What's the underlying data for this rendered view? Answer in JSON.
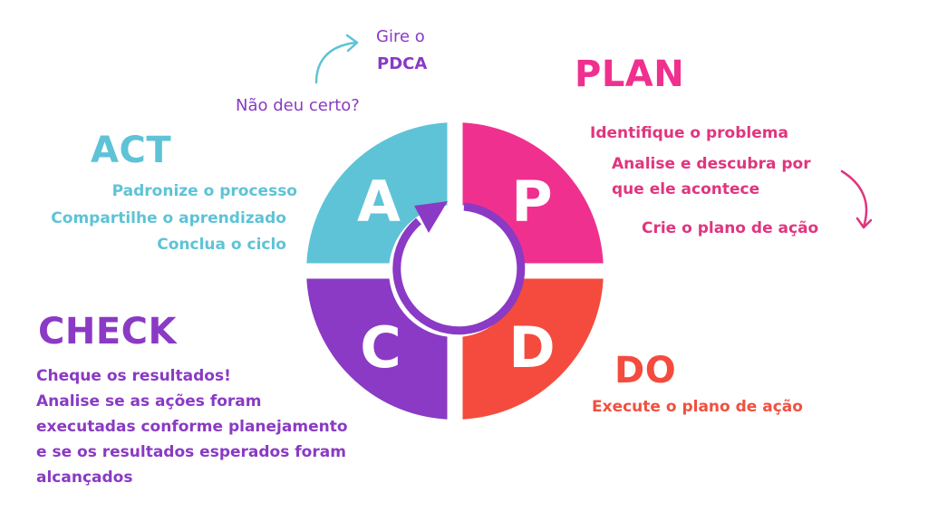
{
  "colors": {
    "act": "#5EC3D6",
    "plan": "#F0308F",
    "do": "#F44B3E",
    "check": "#8A3AC4",
    "note_text": "#8A3AC4",
    "arrow_teal": "#5EC3D6",
    "arrow_pink": "#E0357F",
    "cycle_arrow": "#8A3AC4"
  },
  "wheel": {
    "quadrants": [
      {
        "id": "act",
        "letter": "A",
        "position": "top-left"
      },
      {
        "id": "plan",
        "letter": "P",
        "position": "top-right"
      },
      {
        "id": "do",
        "letter": "D",
        "position": "bottom-right"
      },
      {
        "id": "check",
        "letter": "C",
        "position": "bottom-left"
      }
    ],
    "center_arrow": "clockwise-cycle-arrow"
  },
  "note": {
    "question": "Não deu certo?",
    "action_line1": "Gire o",
    "action_line2": "PDCA"
  },
  "plan": {
    "title": "PLAN",
    "items": [
      "Identifique o problema",
      "Analise e descubra por",
      "que ele acontece",
      "Crie o plano de ação"
    ]
  },
  "act": {
    "title": "ACT",
    "items": [
      "Padronize o processo",
      "Compartilhe o aprendizado",
      "Conclua o ciclo"
    ]
  },
  "check": {
    "title": "CHECK",
    "items": [
      "Cheque os resultados!",
      "Analise se as ações foram",
      "executadas conforme planejamento",
      "e se os resultados esperados foram",
      "alcançados"
    ]
  },
  "do": {
    "title": "DO",
    "items": [
      "Execute o plano de ação"
    ]
  }
}
